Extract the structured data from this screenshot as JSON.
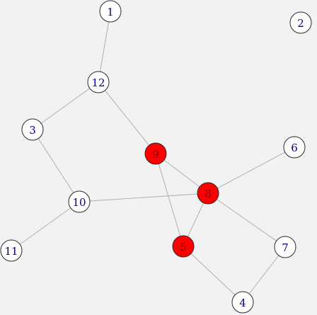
{
  "graph": {
    "nodes": [
      {
        "id": "1",
        "label": "1",
        "highlighted": false
      },
      {
        "id": "2",
        "label": "2",
        "highlighted": false
      },
      {
        "id": "3",
        "label": "3",
        "highlighted": false
      },
      {
        "id": "4",
        "label": "4",
        "highlighted": false
      },
      {
        "id": "5",
        "label": "5",
        "highlighted": true
      },
      {
        "id": "6",
        "label": "6",
        "highlighted": false
      },
      {
        "id": "7",
        "label": "7",
        "highlighted": false
      },
      {
        "id": "8",
        "label": "8",
        "highlighted": true
      },
      {
        "id": "9",
        "label": "9",
        "highlighted": true
      },
      {
        "id": "10",
        "label": "10",
        "highlighted": false
      },
      {
        "id": "11",
        "label": "11",
        "highlighted": false
      },
      {
        "id": "12",
        "label": "12",
        "highlighted": false
      }
    ],
    "edges": [
      {
        "source": "1",
        "target": "12"
      },
      {
        "source": "12",
        "target": "3"
      },
      {
        "source": "12",
        "target": "9"
      },
      {
        "source": "3",
        "target": "10"
      },
      {
        "source": "10",
        "target": "11"
      },
      {
        "source": "10",
        "target": "8"
      },
      {
        "source": "9",
        "target": "8"
      },
      {
        "source": "9",
        "target": "5"
      },
      {
        "source": "8",
        "target": "5"
      },
      {
        "source": "8",
        "target": "6"
      },
      {
        "source": "8",
        "target": "7"
      },
      {
        "source": "5",
        "target": "4"
      },
      {
        "source": "7",
        "target": "4"
      }
    ]
  },
  "colors": {
    "background": "#f2f2f2",
    "node_fill": "#ffffff",
    "highlight_fill": "#ff0000",
    "node_label": "#00008b",
    "highlight_label": "#8b0000",
    "edge": "#b0b0b0",
    "node_stroke": "#2a2a2a"
  }
}
